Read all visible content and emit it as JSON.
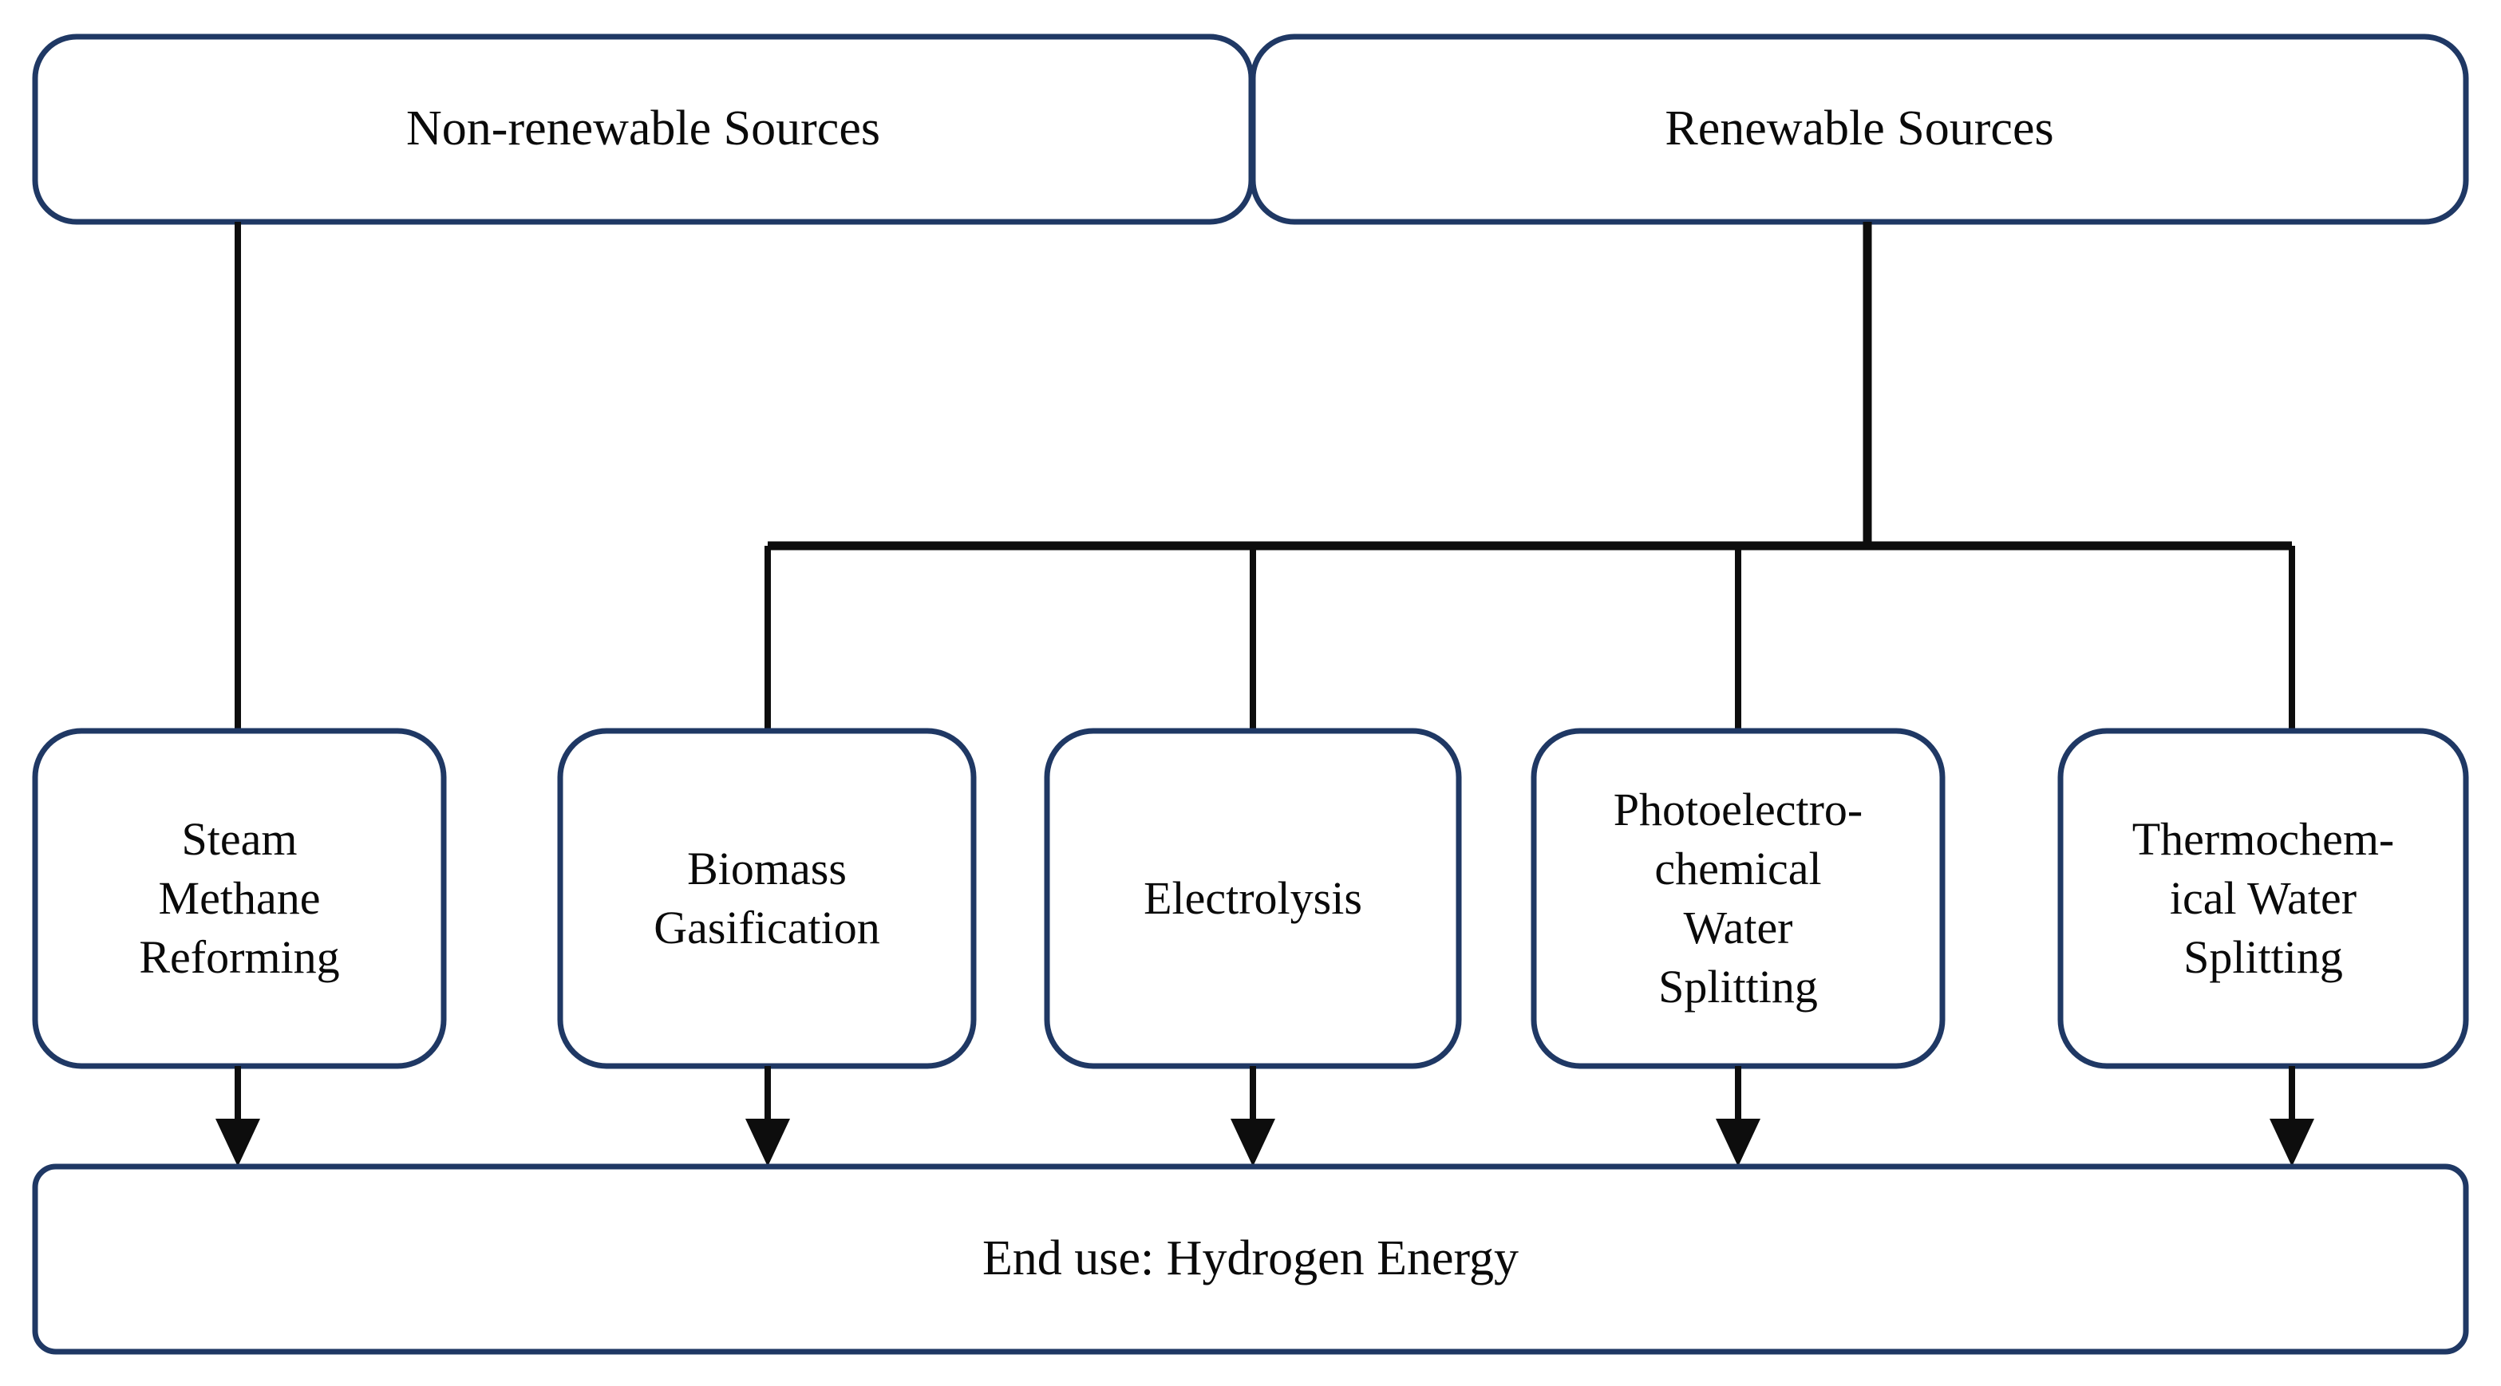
{
  "diagram": {
    "title": "Hydrogen production pathways flowchart",
    "colors": {
      "box_border": "#1F3864",
      "box_fill": "#FFFFFF",
      "connector": "#0D0D0D",
      "text": "#0A0A0A",
      "background": "#FFFFFF"
    },
    "top_row": [
      {
        "id": "non-renewable-sources",
        "label": "Non-renewable Sources"
      },
      {
        "id": "renewable-sources",
        "label": "Renewable Sources"
      }
    ],
    "process_row": [
      {
        "id": "steam-methane-reforming",
        "label": "Steam\nMethane\nReforming",
        "parent": "non-renewable-sources"
      },
      {
        "id": "biomass-gasification",
        "label": "Biomass\nGasification",
        "parent": "renewable-sources"
      },
      {
        "id": "electrolysis",
        "label": "Electrolysis",
        "parent": "renewable-sources"
      },
      {
        "id": "photoelectrochemical-water-splitting",
        "label": "Photoelectro-\nchemical\nWater\nSplitting",
        "parent": "renewable-sources"
      },
      {
        "id": "thermochemical-water-splitting",
        "label": "Thermochem-\nical Water\nSplitting",
        "parent": "renewable-sources"
      }
    ],
    "end_node": {
      "id": "end-use",
      "label": "End use: Hydrogen Energy"
    }
  }
}
